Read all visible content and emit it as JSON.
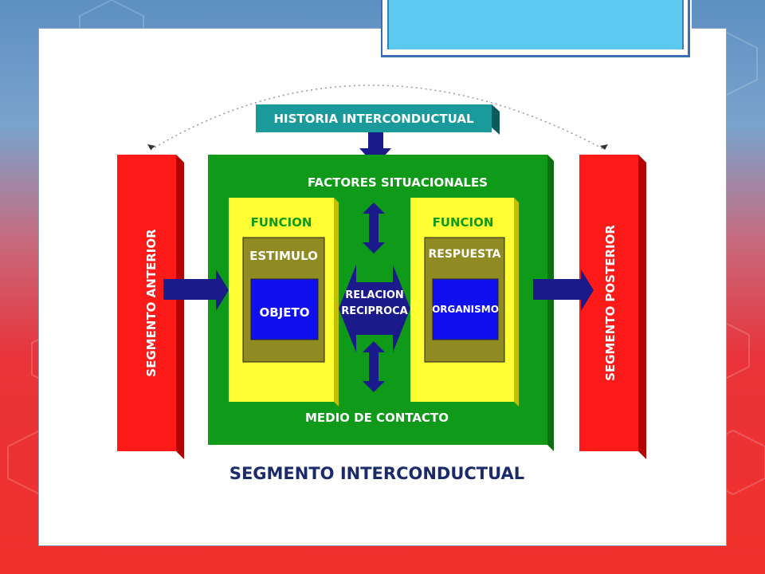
{
  "diagram": {
    "historia": "HISTORIA INTERCONDUCTUAL",
    "factores": "FACTORES SITUACIONALES",
    "funcion_left": "FUNCION",
    "estimulo": "ESTIMULO",
    "objeto": "OBJETO",
    "funcion_right": "FUNCION",
    "respuesta": "RESPUESTA",
    "organismo": "ORGANISMO",
    "relacion_1": "RELACION",
    "relacion_2": "RECIPROCA",
    "medio": "MEDIO DE CONTACTO",
    "segmento_anterior": "SEGMENTO ANTERIOR",
    "segmento_posterior": "SEGMENTO POSTERIOR",
    "caption": "SEGMENTO INTERCONDUCTUAL"
  },
  "colors": {
    "red": "#ff1a1a",
    "green": "#0f9a1a",
    "yellow": "#ffff33",
    "olive": "#8f8a22",
    "blue": "#1010ee",
    "teal": "#1a9a9a",
    "arrow": "#1a1a8a",
    "title_fill": "#5ccaf0"
  }
}
